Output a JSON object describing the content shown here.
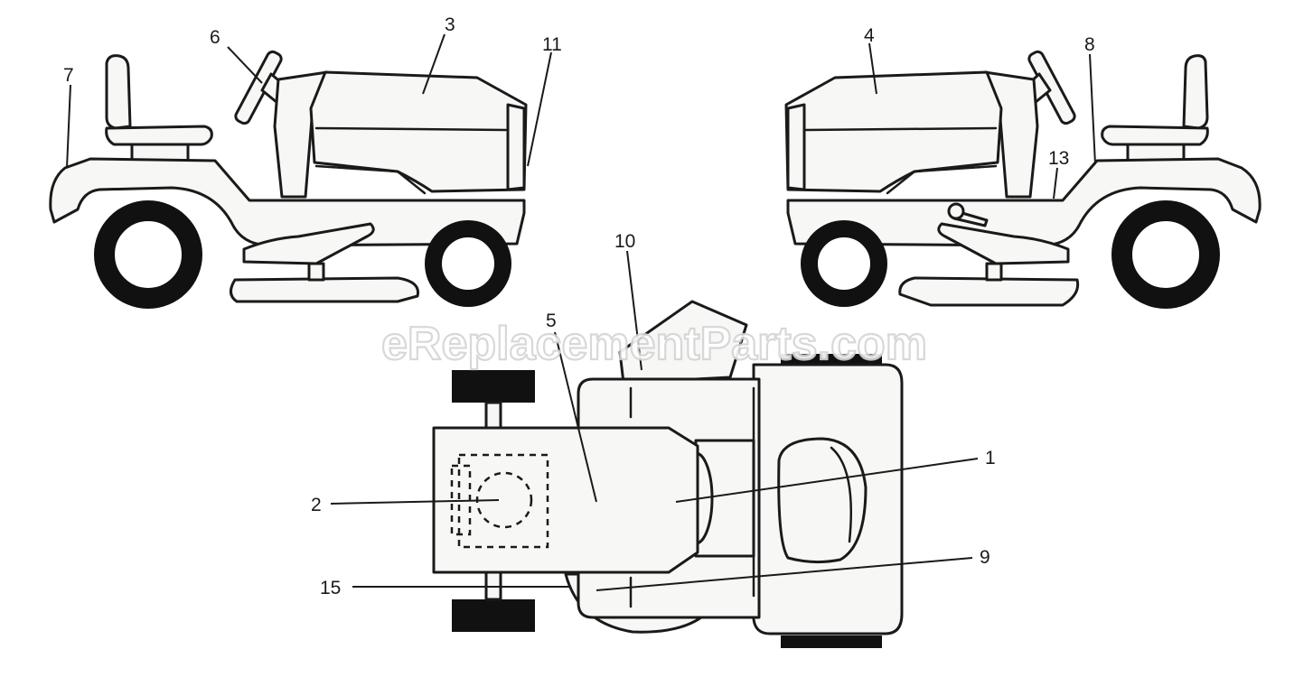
{
  "watermark": "eReplacementParts.com",
  "callouts": {
    "c1": "1",
    "c2": "2",
    "c3": "3",
    "c4": "4",
    "c5": "5",
    "c6": "6",
    "c7": "7",
    "c8": "8",
    "c9": "9",
    "c10": "10",
    "c11": "11",
    "c13": "13",
    "c15": "15"
  }
}
